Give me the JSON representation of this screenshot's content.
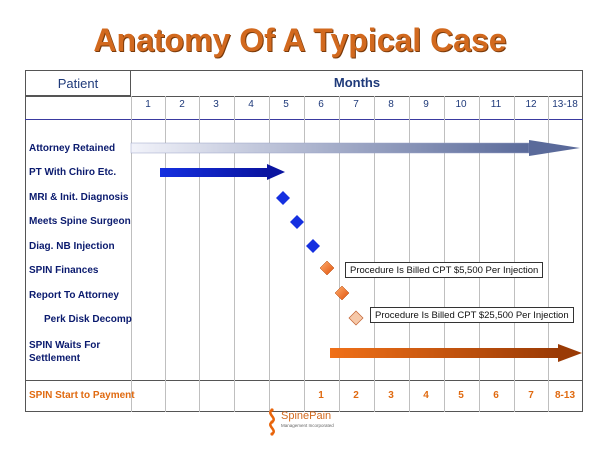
{
  "title": "Anatomy Of A Typical Case",
  "header": {
    "patient_label": "Patient",
    "months_label": "Months"
  },
  "months": [
    "1",
    "2",
    "3",
    "4",
    "5",
    "6",
    "7",
    "8",
    "9",
    "10",
    "11",
    "12",
    "13-18"
  ],
  "rows": [
    {
      "label": "Attorney Retained"
    },
    {
      "label": "PT With Chiro Etc."
    },
    {
      "label": "MRI & Init. Diagnosis"
    },
    {
      "label": "Meets Spine Surgeon"
    },
    {
      "label": "Diag. NB Injection"
    },
    {
      "label": "SPIN Finances"
    },
    {
      "label": "Report To Attorney"
    },
    {
      "label": "Perk Disk Decomp"
    },
    {
      "label": "SPIN Waits For Settlement"
    }
  ],
  "notes": [
    "Procedure Is Billed CPT $5,500 Per Injection",
    "Procedure Is Billed CPT $25,500 Per Injection"
  ],
  "footer": {
    "label": "SPIN Start to Payment",
    "values": [
      "1",
      "2",
      "3",
      "4",
      "5",
      "6",
      "7",
      "8-13"
    ]
  },
  "logo": {
    "name": "SpinePain",
    "subtitle": "Management Incorporated"
  },
  "colors": {
    "title": "#d2691e",
    "blue": "#0a1fd0",
    "orange": "#e8640a",
    "navy_text": "#0a1a6e",
    "footer_text": "#e06a10"
  }
}
